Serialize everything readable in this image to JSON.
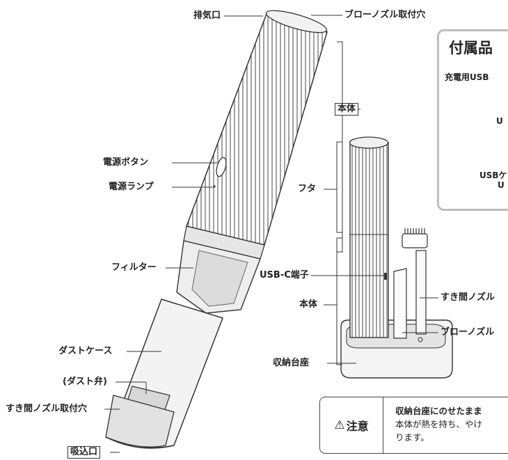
{
  "labels": {
    "exhaust": "排気口",
    "blow_nozzle_port": "ブローノズル取付穴",
    "main_body_top": "本体",
    "power_button": "電源ボタン",
    "power_lamp": "電源ランプ",
    "filter": "フィルター",
    "dust_case": "ダストケース",
    "dust_valve": "(ダスト弁)",
    "crevice_port": "すき間ノズル取付穴",
    "intake": "吸込口",
    "lid": "フタ",
    "usbc_port": "USB-C端子",
    "main_body_side": "本体",
    "crevice_nozzle": "すき間ノズル",
    "blow_nozzle": "ブローノズル",
    "storage_base": "収納台座"
  },
  "accessories": {
    "title": "付属品",
    "cable_label": "充電用USB",
    "usb_end_a": "U",
    "usb_end_b": "USBケ",
    "usb_end_c": "U"
  },
  "caution": {
    "heading": "注意",
    "warning_icon": "warning-triangle-icon",
    "line1": "収納台座にのせたまま",
    "line2": "本体が熱を持ち、やけ",
    "line3": "ります。"
  }
}
